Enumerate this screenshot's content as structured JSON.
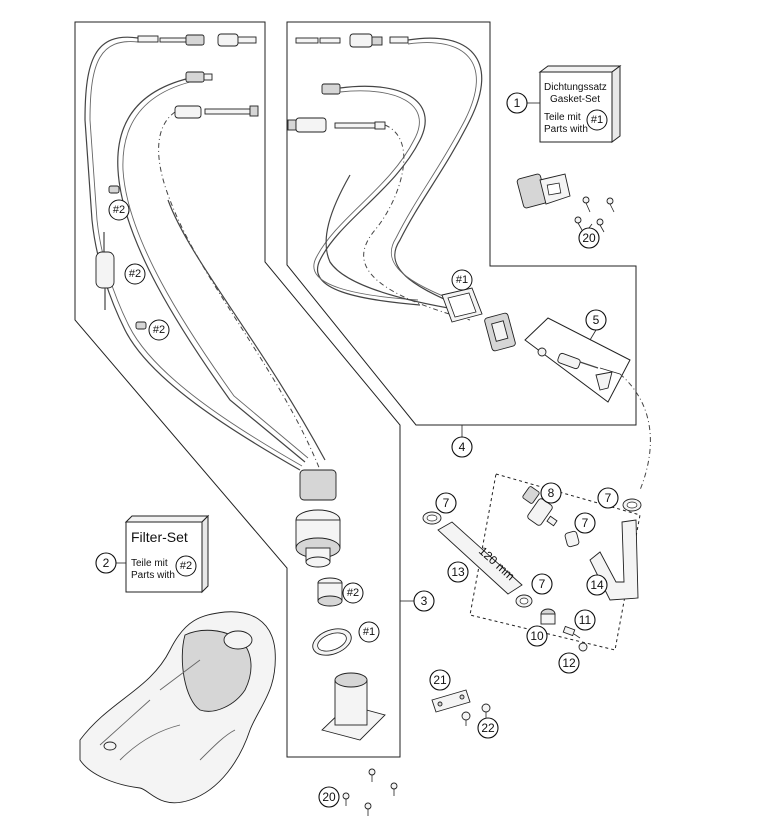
{
  "callouts": {
    "c1": "1",
    "c2": "2",
    "c3": "3",
    "c4": "4",
    "c5": "5",
    "c7a": "7",
    "c7b": "7",
    "c7c": "7",
    "c7d": "7",
    "c8": "8",
    "c10": "10",
    "c11": "11",
    "c12": "12",
    "c13": "13",
    "c14": "14",
    "c20a": "20",
    "c20b": "20",
    "c21": "21",
    "c22": "22"
  },
  "refs": {
    "r1a": "#1",
    "r1b": "#1",
    "r1c": "#1",
    "r2a": "#2",
    "r2b": "#2",
    "r2c": "#2",
    "r2d": "#2",
    "r2e": "#2"
  },
  "kit_gasket": {
    "line1": "Dichtungssatz",
    "line2": "Gasket-Set",
    "line3": "Teile mit",
    "line4": "Parts with"
  },
  "kit_filter": {
    "title": "Filter-Set",
    "line1": "Teile mit",
    "line2": "Parts with"
  },
  "dimension": "120 mm"
}
